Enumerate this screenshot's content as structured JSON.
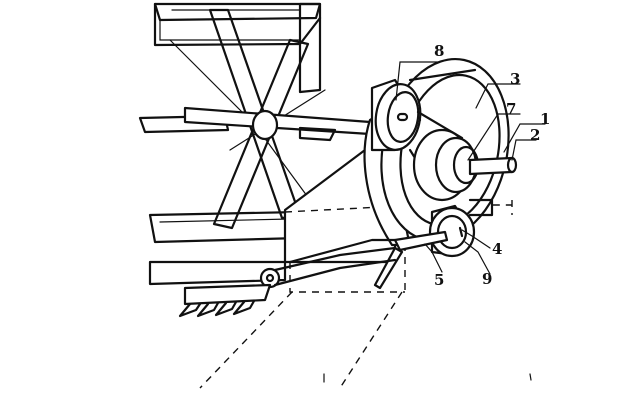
{
  "callouts": [
    {
      "id": "1",
      "text": "1"
    },
    {
      "id": "2",
      "text": "2"
    },
    {
      "id": "3",
      "text": "3"
    },
    {
      "id": "4",
      "text": "4"
    },
    {
      "id": "5",
      "text": "5"
    },
    {
      "id": "7",
      "text": "7"
    },
    {
      "id": "8",
      "text": "8"
    },
    {
      "id": "9",
      "text": "9"
    }
  ]
}
